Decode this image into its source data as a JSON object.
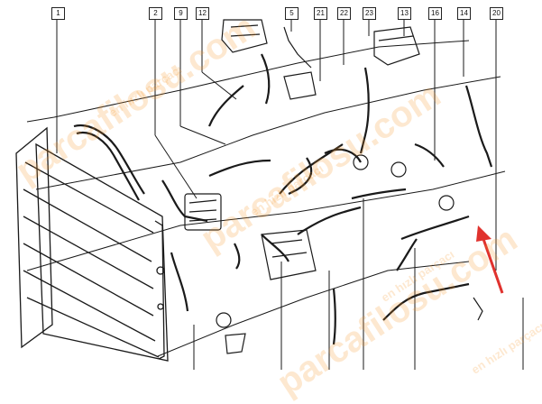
{
  "callouts": [
    "1",
    "2",
    "9",
    "12",
    "5",
    "21",
    "22",
    "23",
    "13",
    "16",
    "14",
    "20"
  ],
  "watermark": {
    "brand": "parcafilosu.com",
    "tagline": "en hızlı parçacı",
    "color": "#f59628"
  },
  "colors": {
    "line": "#1a1a1a",
    "arrow": "#e0322e"
  },
  "icons": {
    "highlight": "red-arrow-icon"
  }
}
